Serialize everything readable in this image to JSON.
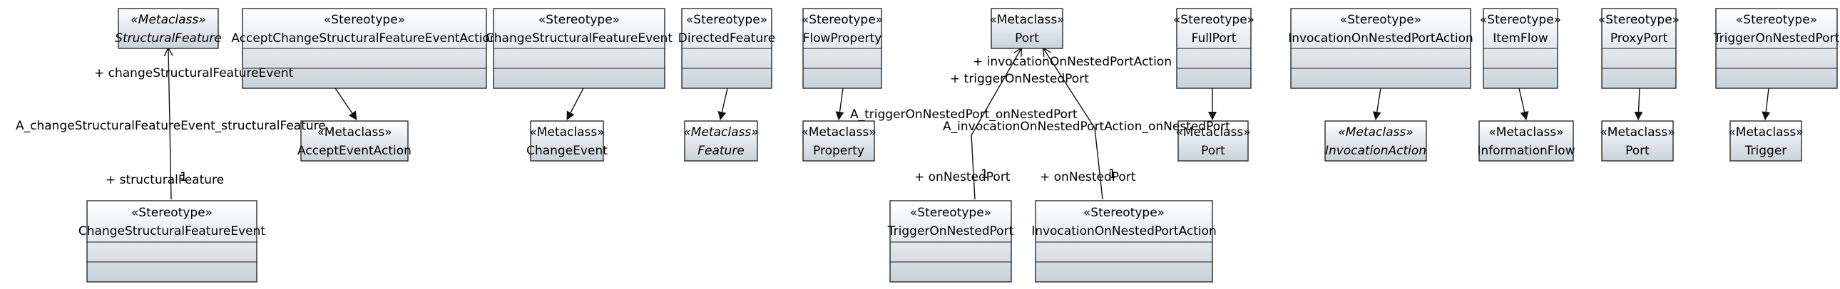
{
  "diagram": {
    "classes": [
      {
        "id": "mc-structural-feature",
        "stereotype": "«Metaclass»",
        "name": "StructuralFeature",
        "italic": true
      },
      {
        "id": "st-accept-change",
        "stereotype": "«Stereotype»",
        "name": "AcceptChangeStructuralFeatureEventAction",
        "italic": false
      },
      {
        "id": "mc-accept-event-action",
        "stereotype": "«Metaclass»",
        "name": "AcceptEventAction",
        "italic": false
      },
      {
        "id": "st-change-structural-feature-event-top",
        "stereotype": "«Stereotype»",
        "name": "ChangeStructuralFeatureEvent",
        "italic": false
      },
      {
        "id": "mc-change-event",
        "stereotype": "«Metaclass»",
        "name": "ChangeEvent",
        "italic": false
      },
      {
        "id": "st-change-structural-feature-event-bottom",
        "stereotype": "«Stereotype»",
        "name": "ChangeStructuralFeatureEvent",
        "italic": false
      },
      {
        "id": "st-directed-feature",
        "stereotype": "«Stereotype»",
        "name": "DirectedFeature",
        "italic": false
      },
      {
        "id": "mc-feature",
        "stereotype": "«Metaclass»",
        "name": "Feature",
        "italic": true
      },
      {
        "id": "st-flow-property",
        "stereotype": "«Stereotype»",
        "name": "FlowProperty",
        "italic": false
      },
      {
        "id": "mc-property",
        "stereotype": "«Metaclass»",
        "name": "Property",
        "italic": false
      },
      {
        "id": "mc-port-center",
        "stereotype": "«Metaclass»",
        "name": "Port",
        "italic": false
      },
      {
        "id": "st-trigger-on-nested-port-bottom",
        "stereotype": "«Stereotype»",
        "name": "TriggerOnNestedPort",
        "italic": false
      },
      {
        "id": "st-invocation-on-nested-port-action-bottom",
        "stereotype": "«Stereotype»",
        "name": "InvocationOnNestedPortAction",
        "italic": false
      },
      {
        "id": "st-full-port",
        "stereotype": "«Stereotype»",
        "name": "FullPort",
        "italic": false
      },
      {
        "id": "mc-port-full",
        "stereotype": "«Metaclass»",
        "name": "Port",
        "italic": false
      },
      {
        "id": "st-invocation-on-nested-port-action-top",
        "stereotype": "«Stereotype»",
        "name": "InvocationOnNestedPortAction",
        "italic": false
      },
      {
        "id": "mc-invocation-action",
        "stereotype": "«Metaclass»",
        "name": "InvocationAction",
        "italic": true
      },
      {
        "id": "st-item-flow",
        "stereotype": "«Stereotype»",
        "name": "ItemFlow",
        "italic": false
      },
      {
        "id": "mc-information-flow",
        "stereotype": "«Metaclass»",
        "name": "InformationFlow",
        "italic": false
      },
      {
        "id": "st-proxy-port",
        "stereotype": "«Stereotype»",
        "name": "ProxyPort",
        "italic": false
      },
      {
        "id": "mc-port-proxy",
        "stereotype": "«Metaclass»",
        "name": "Port",
        "italic": false
      },
      {
        "id": "st-trigger-on-nested-port-top",
        "stereotype": "«Stereotype»",
        "name": "TriggerOnNestedPort",
        "italic": false
      },
      {
        "id": "mc-trigger",
        "stereotype": "«Metaclass»",
        "name": "Trigger",
        "italic": false
      }
    ],
    "labels": [
      {
        "id": "lbl-change-structural-feature-event",
        "text": "+ changeStructuralFeatureEvent"
      },
      {
        "id": "lbl-assoc-change-structural-feature",
        "text": "A_changeStructuralFeatureEvent_structuralFeature"
      },
      {
        "id": "lbl-structural-feature",
        "text": "+ structuralFeature"
      },
      {
        "id": "lbl-invocation-on-nested-port-action",
        "text": "+ invocationOnNestedPortAction"
      },
      {
        "id": "lbl-trigger-on-nested-port",
        "text": "+ triggerOnNestedPort"
      },
      {
        "id": "lbl-assoc-trigger-on-nested-port",
        "text": "A_triggerOnNestedPort_onNestedPort"
      },
      {
        "id": "lbl-assoc-invocation-on-nested-port",
        "text": "A_invocationOnNestedPortAction_onNestedPort"
      },
      {
        "id": "lbl-on-nested-port-trigger",
        "text": "+ onNestedPort"
      },
      {
        "id": "lbl-on-nested-port-invocation",
        "text": "+ onNestedPort"
      },
      {
        "id": "lbl-mult-1-trigger",
        "text": "1"
      },
      {
        "id": "lbl-mult-1-invocation",
        "text": "1"
      },
      {
        "id": "lbl-mult-1-structural",
        "text": "1"
      }
    ]
  },
  "colors": {
    "class_fill_top": "#ffffff",
    "class_fill_bottom": "#c8d3da",
    "stroke": "#1a1a1a"
  }
}
